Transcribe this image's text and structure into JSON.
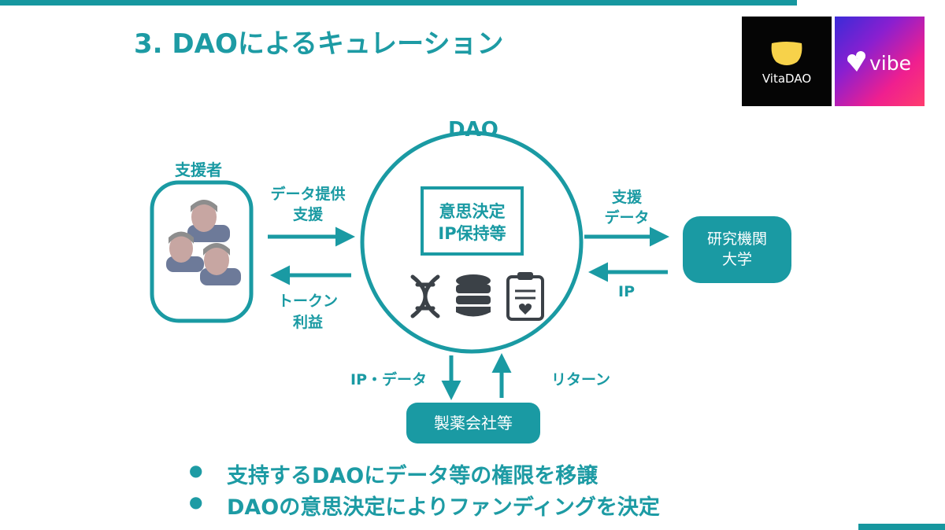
{
  "slide": {
    "title": "3. DAOによるキュレーション"
  },
  "logos": {
    "vitadao_text": "VitaDAO",
    "vibe_text": "vibe"
  },
  "diagram": {
    "dao_label": "DAO",
    "supporters_label": "支援者",
    "arrow_to_dao_line1": "データ提供",
    "arrow_to_dao_line2": "支援",
    "arrow_from_dao_line1": "トークン",
    "arrow_from_dao_line2": "利益",
    "dao_box_line1": "意思決定",
    "dao_box_line2": "IP保持等",
    "arrow_to_research_line1": "支援",
    "arrow_to_research_line2": "データ",
    "arrow_from_research": "IP",
    "research_line1": "研究機関",
    "research_line2": "大学",
    "arrow_down_label": "IP・データ",
    "arrow_up_label": "リターン",
    "pharma_label": "製薬会社等"
  },
  "bullets": [
    "支持するDAOにデータ等の権限を移譲",
    "DAOの意思決定によりファンディングを決定"
  ],
  "icons": [
    "dna-icon",
    "database-icon",
    "clipboard-heart-icon",
    "person-icon"
  ],
  "colors": {
    "accent": "#1a9aa3",
    "icon_dark": "#3b4147"
  }
}
